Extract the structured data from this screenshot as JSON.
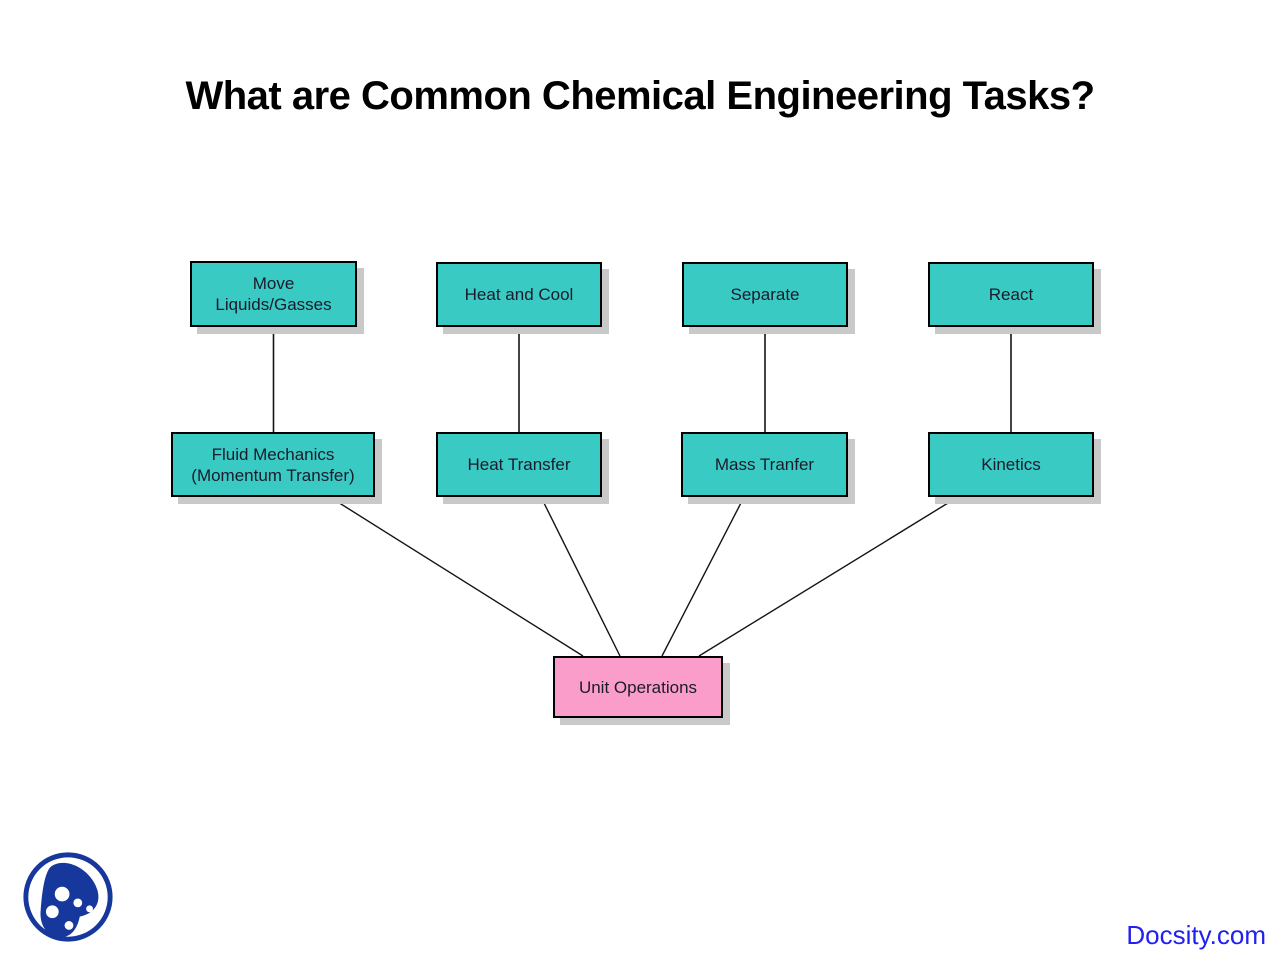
{
  "slide": {
    "title": "What are Common Chemical Engineering Tasks?"
  },
  "diagram": {
    "task_boxes": [
      {
        "label": "Move\nLiquids/Gasses"
      },
      {
        "label": "Heat and Cool"
      },
      {
        "label": "Separate"
      },
      {
        "label": "React"
      }
    ],
    "subject_boxes": [
      {
        "label": "Fluid Mechanics\n(Momentum Transfer)"
      },
      {
        "label": "Heat Transfer"
      },
      {
        "label": "Mass Tranfer"
      },
      {
        "label": "Kinetics"
      }
    ],
    "root_box": {
      "label": "Unit Operations"
    },
    "connections": [
      {
        "from": "Move Liquids/Gasses",
        "to": "Fluid Mechanics (Momentum Transfer)"
      },
      {
        "from": "Heat and Cool",
        "to": "Heat Transfer"
      },
      {
        "from": "Separate",
        "to": "Mass Tranfer"
      },
      {
        "from": "React",
        "to": "Kinetics"
      },
      {
        "from": "Fluid Mechanics (Momentum Transfer)",
        "to": "Unit Operations"
      },
      {
        "from": "Heat Transfer",
        "to": "Unit Operations"
      },
      {
        "from": "Mass Tranfer",
        "to": "Unit Operations"
      },
      {
        "from": "Kinetics",
        "to": "Unit Operations"
      }
    ]
  },
  "branding": {
    "logo": "docsity-logo",
    "watermark": "Docsity.com"
  },
  "colors": {
    "task_box_fill": "#3acac4",
    "root_box_fill": "#fb9dca",
    "box_border": "#000000",
    "box_shadow": "#c9c9c9",
    "connector": "#141414",
    "title_text": "#000000",
    "box_text": "#1b1b2b",
    "watermark_text": "#2120f0",
    "logo_blue": "#16379b"
  }
}
